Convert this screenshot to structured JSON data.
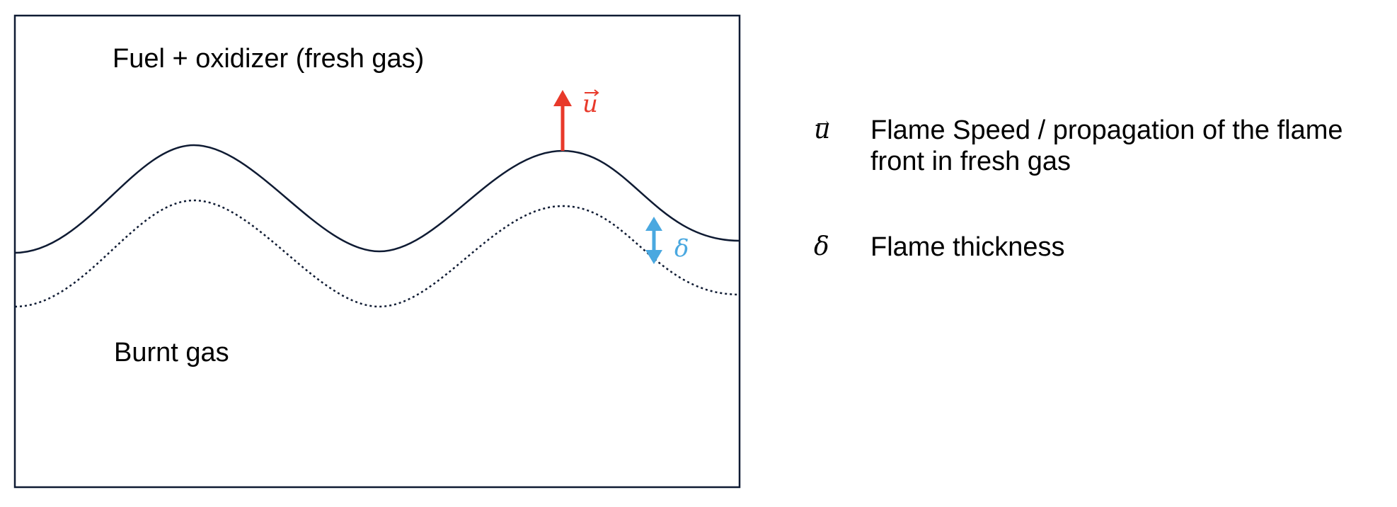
{
  "diagram": {
    "top_region_label": "Fuel + oxidizer (fresh gas)",
    "bottom_region_label": "Burnt gas",
    "velocity_symbol": "u",
    "thickness_symbol": "δ",
    "colors": {
      "frame": "#0f1b33",
      "flame_front": "#0f1b33",
      "velocity_arrow": "#e8392a",
      "thickness_arrow": "#4aa8e0"
    }
  },
  "legend": {
    "items": [
      {
        "symbol": "u",
        "has_vector_arrow": true,
        "text": "Flame Speed / propagation of the flame\nfront in fresh gas"
      },
      {
        "symbol": "δ",
        "has_vector_arrow": false,
        "text": "Flame thickness"
      }
    ]
  }
}
